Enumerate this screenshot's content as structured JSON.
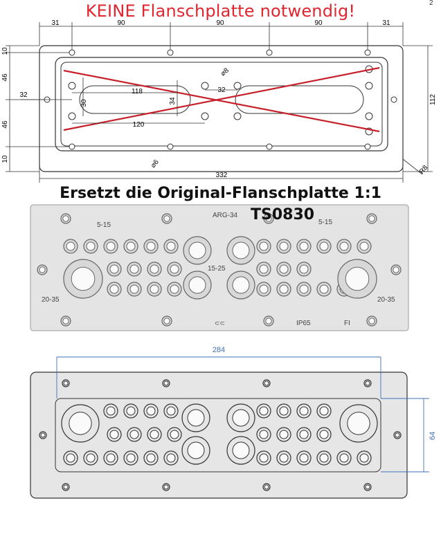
{
  "header": {
    "title": "KEINE Flanschplatte notwendig!",
    "subtitle": "Ersetzt die Original-Flanschplatte 1:1",
    "product_code": "TS0830",
    "corner_mark": "2"
  },
  "drawing_top": {
    "dim_top": [
      "31",
      "90",
      "90",
      "90",
      "31"
    ],
    "dim_left": [
      "10",
      "46",
      "46",
      "10"
    ],
    "dim_total_width": "332",
    "dim_height": "112",
    "dim_radius": "R8",
    "dim_hole_small": "⌀8",
    "dim_hole_corner": "⌀6",
    "dim_inner": [
      "32",
      "118",
      "30",
      "34",
      "32",
      "120"
    ]
  },
  "plate_middle": {
    "labels": {
      "model": "ARG-34",
      "range_small_left": "5-15",
      "range_small_right": "5-15",
      "range_mid": "15-25",
      "range_large_left": "20-35",
      "range_large_right": "20-35",
      "ip": "IP65",
      "fi": "FI",
      "ce": "⊂⊂"
    }
  },
  "drawing_bottom": {
    "dim_width": "284",
    "dim_height": "64"
  },
  "colors": {
    "headline": "#e0262f",
    "plate_fill": "#e6e6e6",
    "line": "#333333",
    "dim_blue": "#3f6fb7",
    "cross": "#c8202a"
  }
}
